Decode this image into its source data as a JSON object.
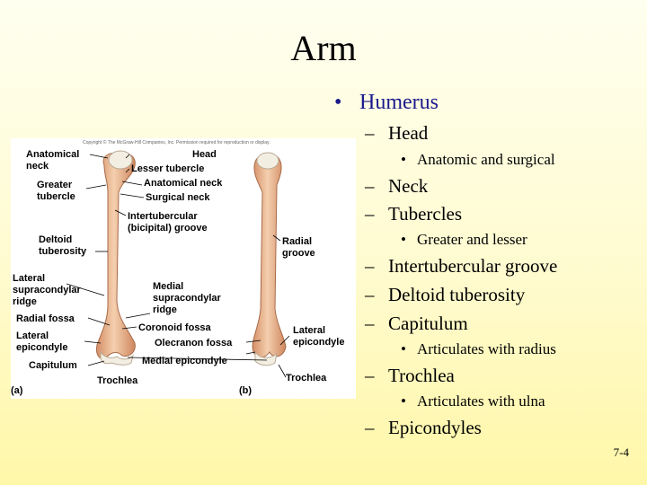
{
  "slide": {
    "title": "Arm",
    "slide_number": "7-4"
  },
  "outline": {
    "heading": "Humerus",
    "items": [
      {
        "level": 2,
        "text": "Head"
      },
      {
        "level": 3,
        "text": "Anatomic and surgical"
      },
      {
        "level": 2,
        "text": "Neck"
      },
      {
        "level": 2,
        "text": "Tubercles"
      },
      {
        "level": 3,
        "text": "Greater and lesser"
      },
      {
        "level": 2,
        "text": "Intertubercular groove"
      },
      {
        "level": 2,
        "text": "Deltoid tuberosity"
      },
      {
        "level": 2,
        "text": "Capitulum"
      },
      {
        "level": 3,
        "text": "Articulates with radius"
      },
      {
        "level": 2,
        "text": "Trochlea"
      },
      {
        "level": 3,
        "text": "Articulates with ulna"
      },
      {
        "level": 2,
        "text": "Epicondyles"
      }
    ]
  },
  "figure": {
    "copyright": "Copyright © The McGraw-Hill Companies, Inc. Permission required for reproduction or display.",
    "panel_a": "(a)",
    "panel_b": "(b)",
    "labels_left": [
      "Anatomical",
      "neck",
      "Greater",
      "tubercle",
      "Deltoid",
      "tuberosity",
      "Lateral",
      "supracondylar",
      "ridge",
      "Radial fossa",
      "Lateral",
      "epicondyle",
      "Capitulum",
      "Trochlea"
    ],
    "labels_mid": [
      "Head",
      "Lesser tubercle",
      "Anatomical neck",
      "Surgical neck",
      "Intertubercular",
      "(bicipital) groove",
      "Medial",
      "supracondylar",
      "ridge",
      "Coronoid fossa",
      "Olecranon fossa",
      "Medial epicondyle"
    ],
    "labels_right": [
      "Radial",
      "groove",
      "Lateral",
      "epicondyle",
      "Trochlea"
    ]
  },
  "colors": {
    "heading_blue": "#1a1a8c",
    "bone": "#efc39c",
    "bone_shade": "#d9966b",
    "cartilage": "#f0ece0"
  }
}
